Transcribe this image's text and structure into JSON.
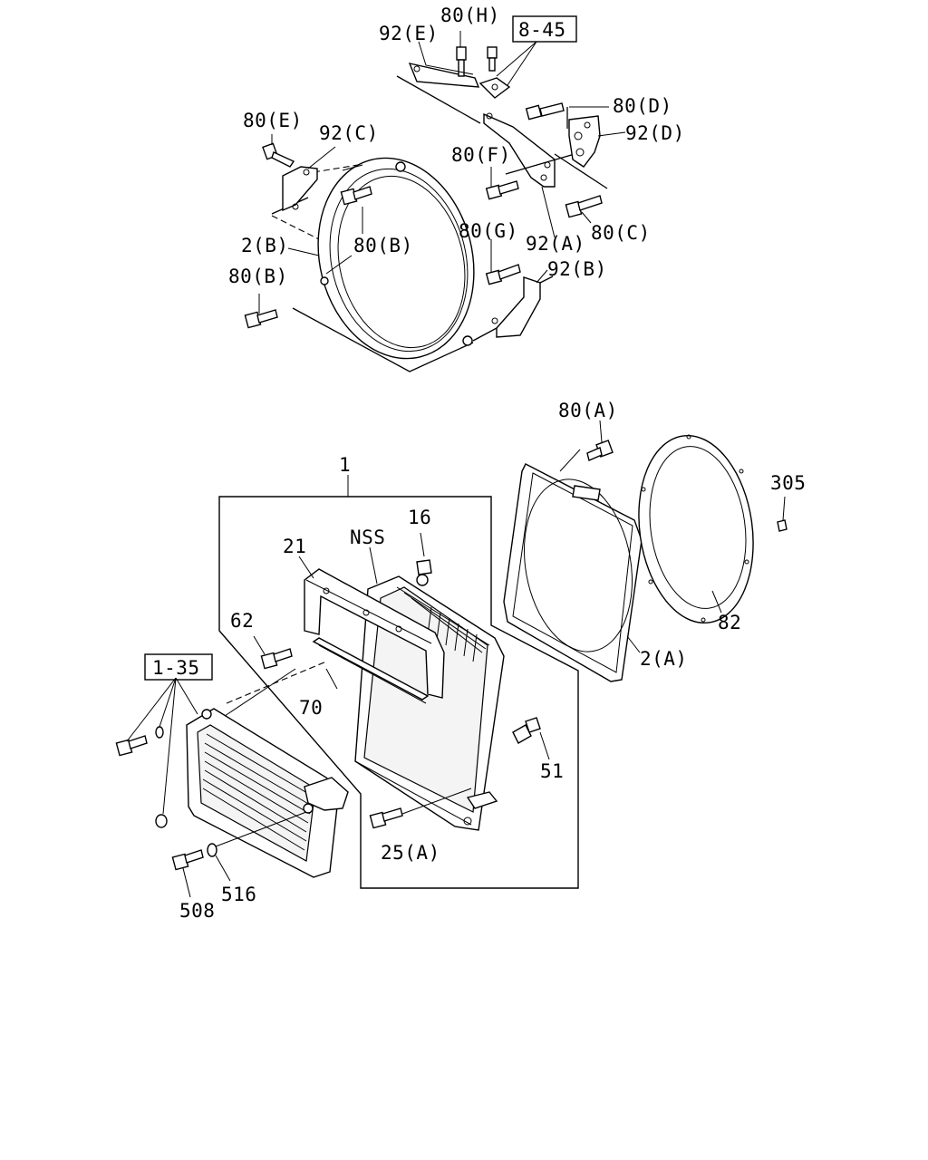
{
  "labels": {
    "l_80H": "80(H)",
    "l_845": "8-45",
    "l_92E": "92(E)",
    "l_80D": "80(D)",
    "l_92D": "92(D)",
    "l_80E": "80(E)",
    "l_92C": "92(C)",
    "l_80F": "80(F)",
    "l_2B": "2(B)",
    "l_80B_top": "80(B)",
    "l_80B_left": "80(B)",
    "l_80G": "80(G)",
    "l_92A": "92(A)",
    "l_80C": "80(C)",
    "l_92B": "92(B)",
    "l_80A": "80(A)",
    "l_1": "1",
    "l_305": "305",
    "l_16": "16",
    "l_21": "21",
    "l_NSS": "NSS",
    "l_62": "62",
    "l_135": "1-35",
    "l_70": "70",
    "l_82": "82",
    "l_2A": "2(A)",
    "l_51": "51",
    "l_25A": "25(A)",
    "l_516": "516",
    "l_508": "508"
  }
}
